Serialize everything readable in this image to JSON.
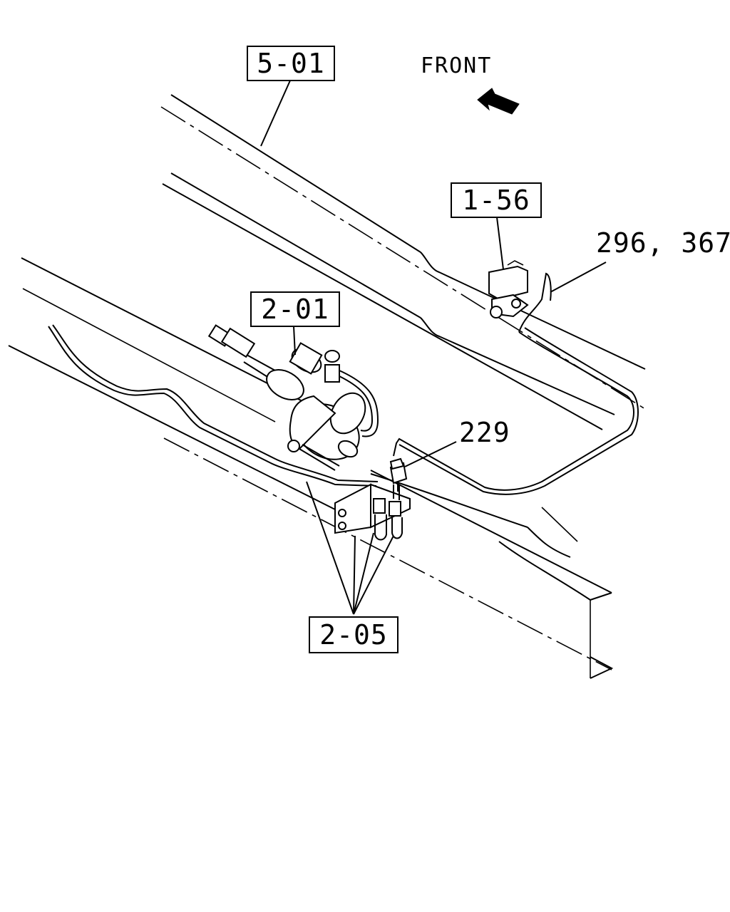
{
  "direction": {
    "text": "FRONT",
    "icon": "arrow-front-icon"
  },
  "callouts": {
    "c501": "5-01",
    "c156": "1-56",
    "c201": "2-01",
    "c205": "2-05"
  },
  "part_numbers": {
    "p296": "296, 367",
    "p229": "229"
  }
}
